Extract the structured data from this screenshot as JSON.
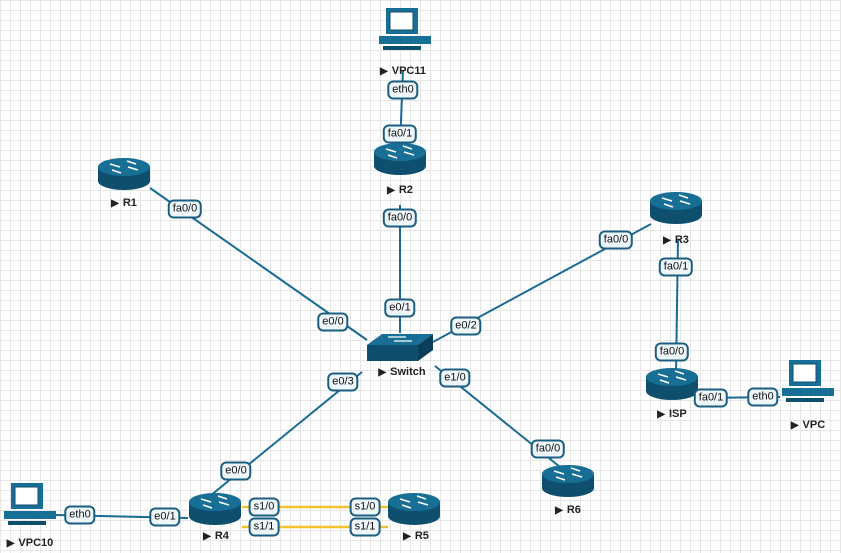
{
  "colors": {
    "link": "#1a6a96",
    "serial": "#f2c12e",
    "device": "#176f96",
    "device_dark": "#0f4f6e"
  },
  "nodes": [
    {
      "id": "VPC11",
      "type": "pc",
      "label": "VPC11"
    },
    {
      "id": "R2",
      "type": "router",
      "label": "R2"
    },
    {
      "id": "R1",
      "type": "router",
      "label": "R1"
    },
    {
      "id": "Switch",
      "type": "switch",
      "label": "Switch"
    },
    {
      "id": "R3",
      "type": "router",
      "label": "R3"
    },
    {
      "id": "ISP",
      "type": "router",
      "label": "ISP"
    },
    {
      "id": "VPC",
      "type": "pc",
      "label": "VPC"
    },
    {
      "id": "R6",
      "type": "router",
      "label": "R6"
    },
    {
      "id": "R4",
      "type": "router",
      "label": "R4"
    },
    {
      "id": "R5",
      "type": "router",
      "label": "R5"
    },
    {
      "id": "VPC10",
      "type": "pc",
      "label": "VPC10"
    }
  ],
  "links": [
    {
      "a": "VPC11",
      "a_if": "eth0",
      "b": "R2",
      "b_if": "fa0/1",
      "kind": "ethernet"
    },
    {
      "a": "R2",
      "a_if": "fa0/0",
      "b": "Switch",
      "b_if": "e0/1",
      "kind": "ethernet"
    },
    {
      "a": "R1",
      "a_if": "fa0/0",
      "b": "Switch",
      "b_if": "e0/0",
      "kind": "ethernet"
    },
    {
      "a": "R3",
      "a_if": "fa0/0",
      "b": "Switch",
      "b_if": "e0/2",
      "kind": "ethernet"
    },
    {
      "a": "R3",
      "a_if": "fa0/1",
      "b": "ISP",
      "b_if": "fa0/0",
      "kind": "ethernet"
    },
    {
      "a": "ISP",
      "a_if": "fa0/1",
      "b": "VPC",
      "b_if": "eth0",
      "kind": "ethernet"
    },
    {
      "a": "Switch",
      "a_if": "e1/0",
      "b": "R6",
      "b_if": "fa0/0",
      "kind": "ethernet"
    },
    {
      "a": "Switch",
      "a_if": "e0/3",
      "b": "R4",
      "b_if": "e0/0",
      "kind": "ethernet"
    },
    {
      "a": "VPC10",
      "a_if": "eth0",
      "b": "R4",
      "b_if": "e0/1",
      "kind": "ethernet"
    },
    {
      "a": "R4",
      "a_if": "s1/0",
      "b": "R5",
      "b_if": "s1/0",
      "kind": "serial"
    },
    {
      "a": "R4",
      "a_if": "s1/1",
      "b": "R5",
      "b_if": "s1/1",
      "kind": "serial"
    }
  ]
}
